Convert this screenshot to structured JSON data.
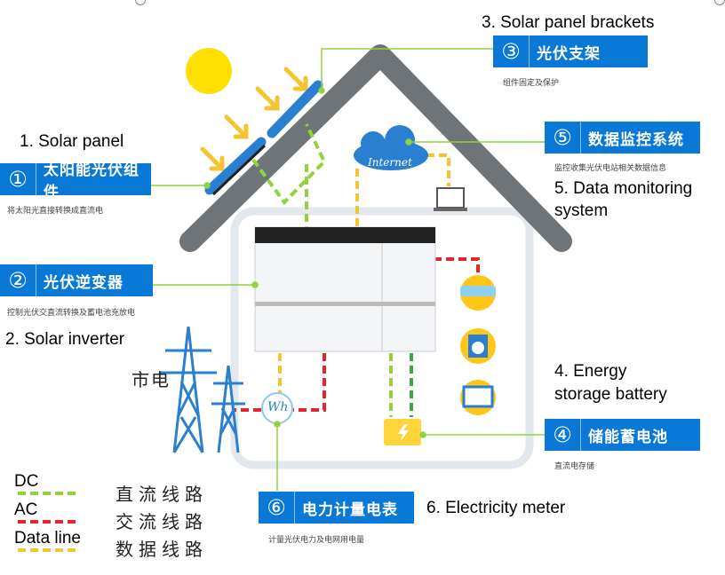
{
  "labels": {
    "solar_panel": {
      "num": "①",
      "cn": "太阳能光伏组件",
      "sub": "将太阳光直接转换成直流电",
      "en": "1. Solar panel"
    },
    "inverter": {
      "num": "②",
      "cn": "光伏逆变器",
      "sub": "控制光伏交直流转换及蓄电池充放电",
      "en": "2. Solar inverter"
    },
    "brackets": {
      "num": "③",
      "cn": "光伏支架",
      "sub": "组件固定及保护",
      "en": "3. Solar panel brackets"
    },
    "battery": {
      "num": "④",
      "cn": "储能蓄电池",
      "sub": "直流电存储",
      "en_1": "4. Energy",
      "en_2": "storage battery"
    },
    "monitoring": {
      "num": "⑤",
      "cn": "数据监控系统",
      "sub": "监控收集光伏电站相关数据信息",
      "en_1": "5. Data monitoring",
      "en_2": "system"
    },
    "meter": {
      "num": "⑥",
      "cn": "电力计量电表",
      "sub": "计量光伏电力及电网用电量",
      "en": "6. Electricity meter"
    }
  },
  "grid_label": "市电",
  "internet_label": "Internet",
  "meter_symbol": "Wh",
  "legend": [
    {
      "en": "DC",
      "cn": "直流线路",
      "color": "#8fd43a"
    },
    {
      "en": "AC",
      "cn": "交流线路",
      "color": "#e8232a"
    },
    {
      "en": "Data line",
      "cn": "数据线路",
      "color": "#f5c431"
    }
  ],
  "colors": {
    "label_blue": "#0a78d6",
    "roof": "#6f7479",
    "panel": "#2a7fd0",
    "sun": "#ffe000",
    "connector": "#8fd43a"
  }
}
